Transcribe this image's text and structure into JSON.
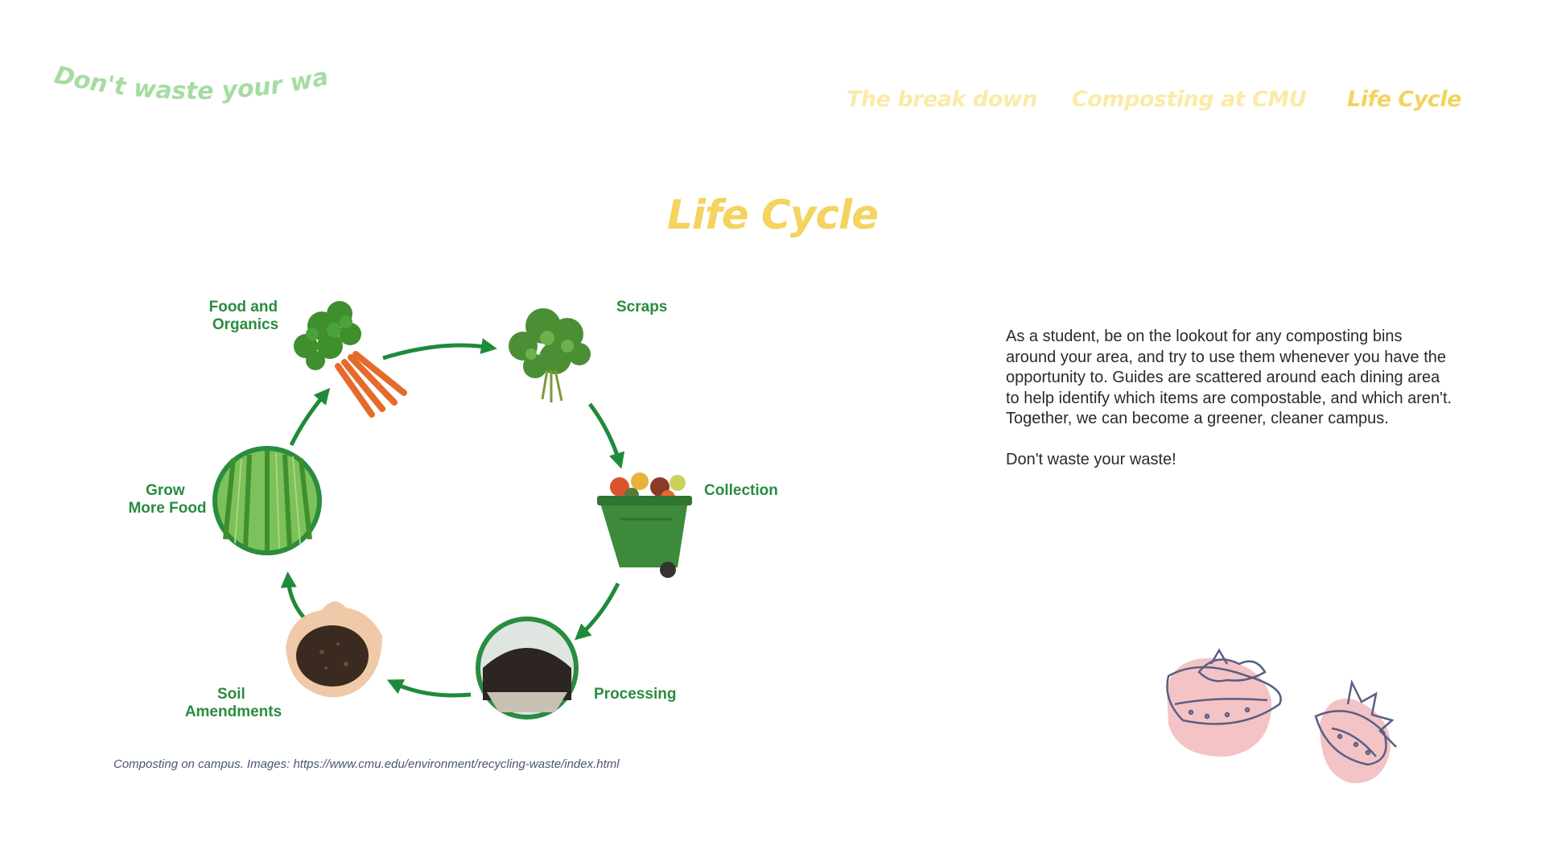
{
  "brand": {
    "logo_text": "Don't waste your waste"
  },
  "nav": {
    "items": [
      {
        "label": "The break down",
        "active": false
      },
      {
        "label": "Composting at CMU",
        "active": false
      },
      {
        "label": "Life Cycle",
        "active": true
      }
    ]
  },
  "page": {
    "title": "Life Cycle"
  },
  "diagram": {
    "labels": {
      "food": [
        "Food and",
        "Organics"
      ],
      "scraps": "Scraps",
      "collection": "Collection",
      "processing": "Processing",
      "soil": [
        "Soil",
        "Amendments"
      ],
      "grow": [
        "Grow",
        "More Food"
      ]
    },
    "caption": "Composting on campus. Images: https://www.cmu.edu/environment/recycling-waste/index.html"
  },
  "content": {
    "paragraph": "As a student, be on the lookout for any composting bins around your area, and try to use them whenever you have the opportunity to. Guides are scattered around each dining area to help identify which items are compostable, and which aren't. Together, we can become a greener, cleaner campus.",
    "closing": "Don't waste your waste!"
  },
  "colors": {
    "logo": "#a6dca2",
    "nav": "#fbeaa8",
    "nav_active": "#f4d35e",
    "title": "#f4d35e",
    "diagram_green": "#2a8c3f",
    "deco_pink": "#f4c3c6",
    "deco_line": "#5a5f82"
  },
  "icons": [
    "carrot-icon",
    "greens-icon",
    "compost-bin-icon",
    "compost-pile-icon",
    "soil-hands-icon",
    "crop-field-icon",
    "strawberry-icon"
  ]
}
